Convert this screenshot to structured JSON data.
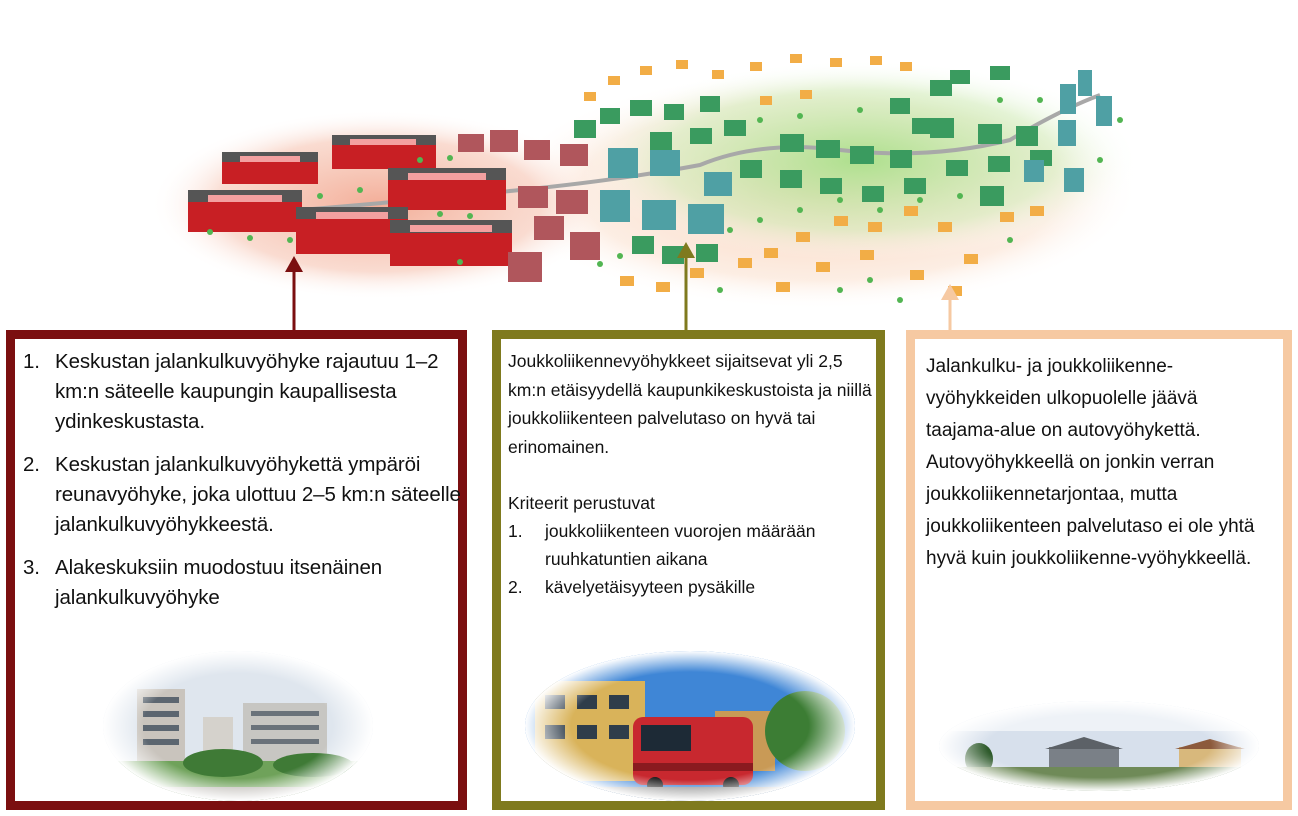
{
  "zones": {
    "center": {
      "color": "#7b0f10",
      "items": [
        {
          "num": "1.",
          "text": "Keskustan jalankulkuvyöhyke rajautuu 1–2 km:n säteelle kaupungin kaupallisesta ydinkeskustasta."
        },
        {
          "num": "2.",
          "text": "Keskustan jalankulkuvyöhykettä ympäröi reunavyöhyke, joka ulottuu  2–5 km:n säteelle jalankulkuvyöhykkeestä."
        },
        {
          "num": "3.",
          "text": "Alakeskuksiin muodostuu itsenäinen jalankulkuvyöhyke"
        }
      ]
    },
    "transit": {
      "color": "#7f7a1e",
      "intro": "Joukkoliikennevyöhykkeet sijaitsevat yli 2,5 km:n etäisyydellä kaupunkikeskustoista ja niillä joukkoliikenteen palvelutaso on hyvä tai erinomainen.",
      "criteria_intro": "Kriteerit perustuvat",
      "criteria": [
        {
          "num": "1.",
          "text": "joukkoliikenteen vuorojen määrään ruuhkatuntien aikana"
        },
        {
          "num": "2.",
          "text": "kävelyetäisyyteen pysäkille"
        }
      ]
    },
    "car": {
      "color": "#f6c9a2",
      "text": "Jalankulku- ja joukkoliikenne-vyöhykkeiden ulkopuolelle jäävä taajama-alue on autovyöhykettä. Autovyöhykkeellä on jonkin verran joukkoliikennetarjontaa, mutta joukkoliikenteen palvelutaso ei ole yhtä hyvä kuin joukkoliikenne-vyöhykkeellä."
    }
  }
}
